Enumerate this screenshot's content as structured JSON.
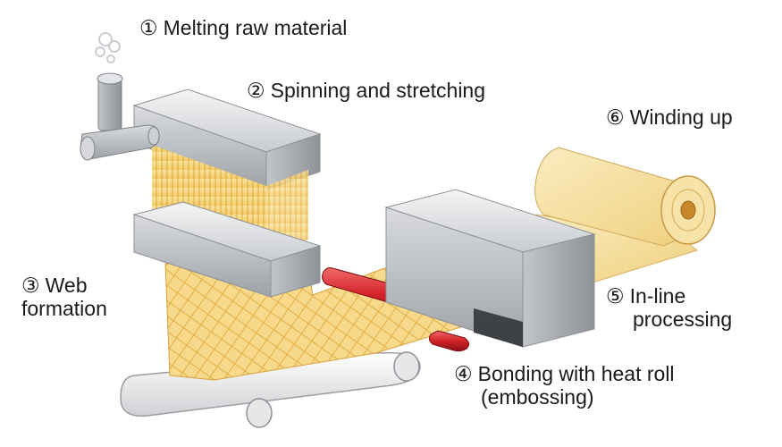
{
  "steps": [
    {
      "number": "①",
      "text": "Melting raw material"
    },
    {
      "number": "②",
      "text": "Spinning and stretching"
    },
    {
      "number": "③",
      "line1": "Web",
      "line2": "formation"
    },
    {
      "number": "④",
      "line1": "Bonding with heat roll",
      "line2": "(embossing)"
    },
    {
      "number": "⑤",
      "line1": "In-line",
      "line2": "processing"
    },
    {
      "number": "⑥",
      "text": "Winding up"
    }
  ],
  "colors": {
    "machine_gray": "#bfc2c6",
    "fiber_yellow": "#f3cf6a",
    "fabric_cream": "#f5e2a6",
    "heat_roll_red": "#d2232a",
    "conveyor_white": "#eeeeee"
  }
}
